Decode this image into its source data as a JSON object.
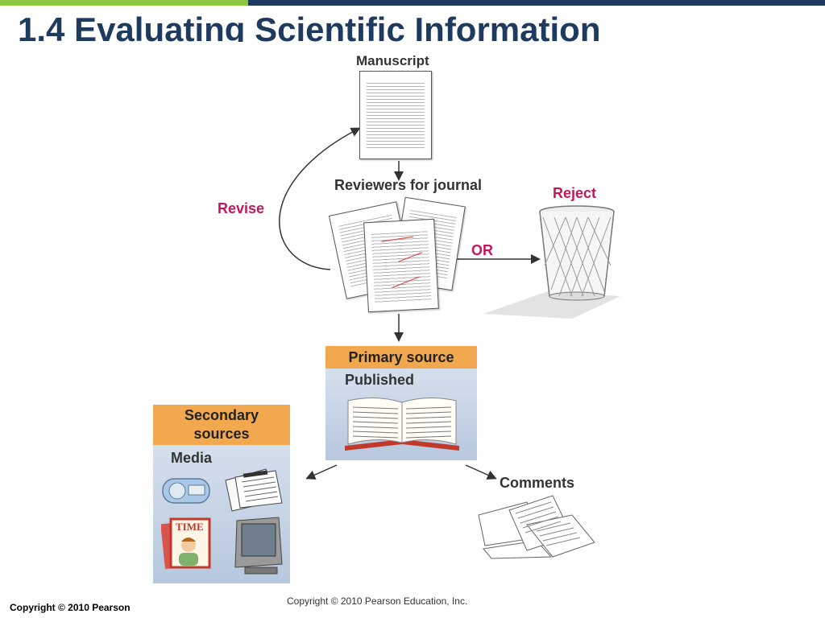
{
  "slide": {
    "title": "1.4 Evaluating Scientific Information",
    "footer_left": "Copyright © 2010 Pearson",
    "footer_center": "Copyright © 2010 Pearson Education, Inc."
  },
  "diagram": {
    "manuscript": "Manuscript",
    "reviewers": "Reviewers for journal",
    "revise": "Revise",
    "reject": "Reject",
    "or": "OR",
    "primary_source": "Primary source",
    "published": "Published",
    "secondary_sources": "Secondary sources",
    "media": "Media",
    "comments": "Comments",
    "time_label": "TIME"
  },
  "colors": {
    "title": "#1f3a5f",
    "accent_green": "#8dc63f",
    "accent_blue": "#1f3a5f",
    "magenta": "#c2185b",
    "orange": "#f2a84e"
  }
}
